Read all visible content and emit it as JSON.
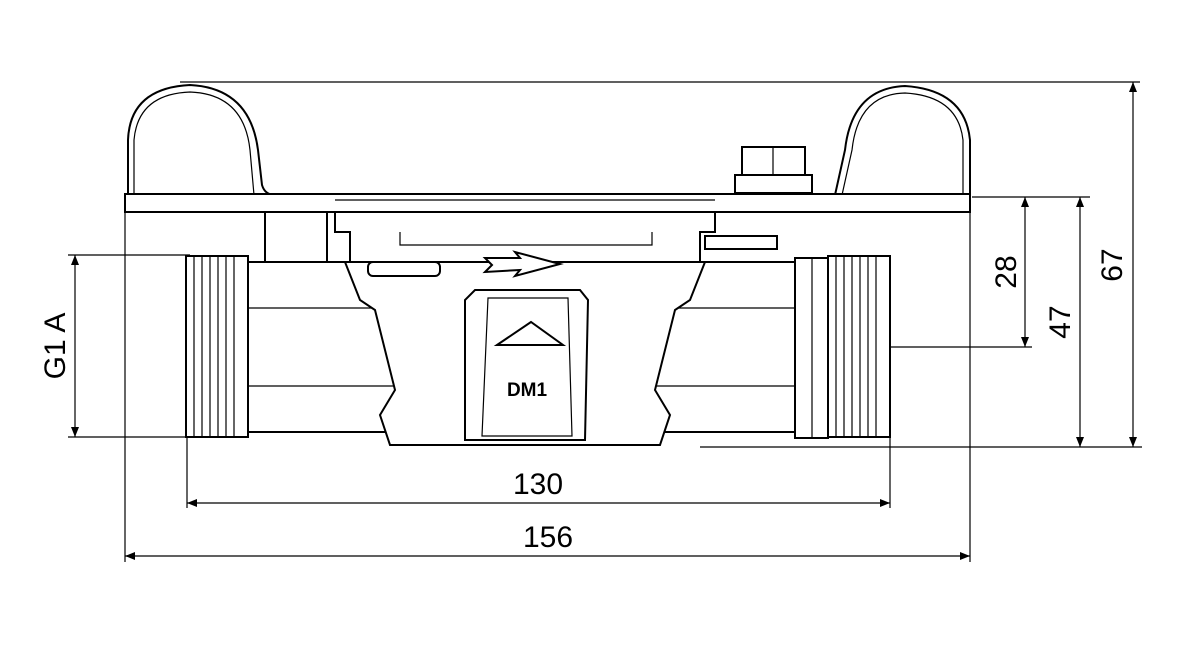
{
  "drawing": {
    "body_label": "DM1",
    "dimensions": {
      "thread": "G1 A",
      "height_28": "28",
      "height_47": "47",
      "height_67": "67",
      "length_130": "130",
      "length_156": "156"
    },
    "colors": {
      "line": "#000000",
      "background": "#ffffff"
    }
  }
}
